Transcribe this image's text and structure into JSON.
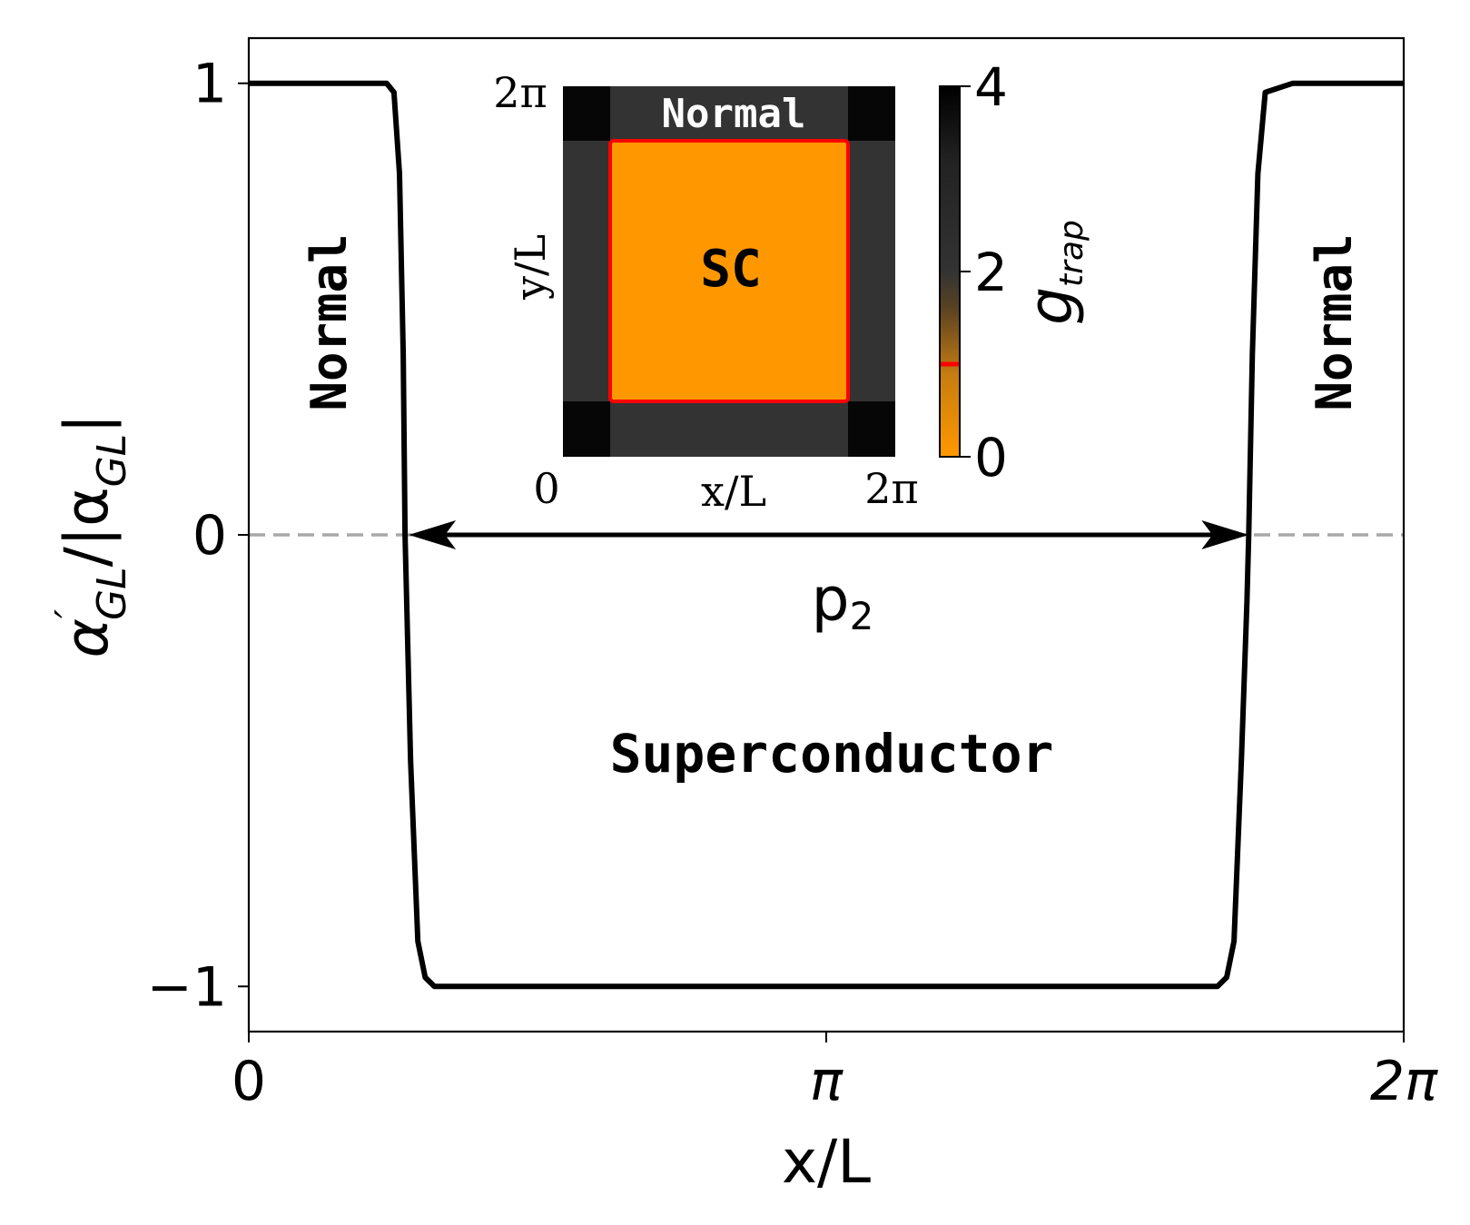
{
  "chart_data": [
    {
      "type": "line",
      "xlabel": "x/L",
      "ylabel_parts": {
        "base": "α",
        "prime": "′",
        "sub": "GL",
        "sep": "/|α",
        "sub2": "GL",
        "end": "|"
      },
      "xticks": [
        {
          "value": 0,
          "label": "0"
        },
        {
          "value": 3.14159,
          "label": "π"
        },
        {
          "value": 6.28319,
          "label": "2π"
        }
      ],
      "yticks": [
        {
          "value": -1,
          "label": "−1"
        },
        {
          "value": 0,
          "label": "0"
        },
        {
          "value": 1,
          "label": "1"
        }
      ],
      "xlim": [
        0,
        6.28319
      ],
      "ylim": [
        -1.1,
        1.1
      ],
      "grid": false,
      "zero_line": {
        "y": 0,
        "style": "dashed",
        "color": "#a8a8a8"
      },
      "series": [
        {
          "color": "#000000",
          "x": [
            0,
            0.6,
            0.75,
            0.79,
            0.82,
            0.84,
            0.85,
            0.88,
            0.92,
            0.96,
            1.01,
            3.14,
            5.27,
            5.32,
            5.36,
            5.4,
            5.43,
            5.44,
            5.46,
            5.49,
            5.53,
            5.68,
            6.28319
          ],
          "y": [
            1,
            1,
            1,
            0.98,
            0.8,
            0.4,
            0.0,
            -0.5,
            -0.9,
            -0.98,
            -1,
            -1,
            -1,
            -0.98,
            -0.9,
            -0.5,
            -0.15,
            0.0,
            0.4,
            0.8,
            0.98,
            1,
            1
          ]
        }
      ],
      "annotations": {
        "left_region": "Normal",
        "right_region": "Normal",
        "center_region": "Superconductor",
        "arrow_label_main": "p",
        "arrow_label_sub": "2",
        "arrow": {
          "x_start": 0.87,
          "x_end": 5.44,
          "y": 0
        }
      }
    },
    {
      "type": "heatmap",
      "xlabel": "x/L",
      "ylabel": "y/L",
      "x_tick_labels": [
        "0",
        "2π"
      ],
      "y_tick_labels": [
        "2π"
      ],
      "region_labels": {
        "top": "Normal",
        "center": "SC"
      },
      "center_region_color": "#ff9800",
      "outline_color": "#ff0000",
      "background_color": "#333333",
      "corner_color": "#060606",
      "colorbar": {
        "label_base": "g",
        "label_sub": "trap",
        "range": [
          0,
          4
        ],
        "ticks": [
          {
            "value": 0,
            "label": "0"
          },
          {
            "value": 2,
            "label": "2"
          },
          {
            "value": 4,
            "label": "4"
          }
        ],
        "marker_value": 1,
        "marker_color": "#ff0000",
        "low_color": "#ff9800",
        "high_color": "#000000"
      }
    }
  ]
}
